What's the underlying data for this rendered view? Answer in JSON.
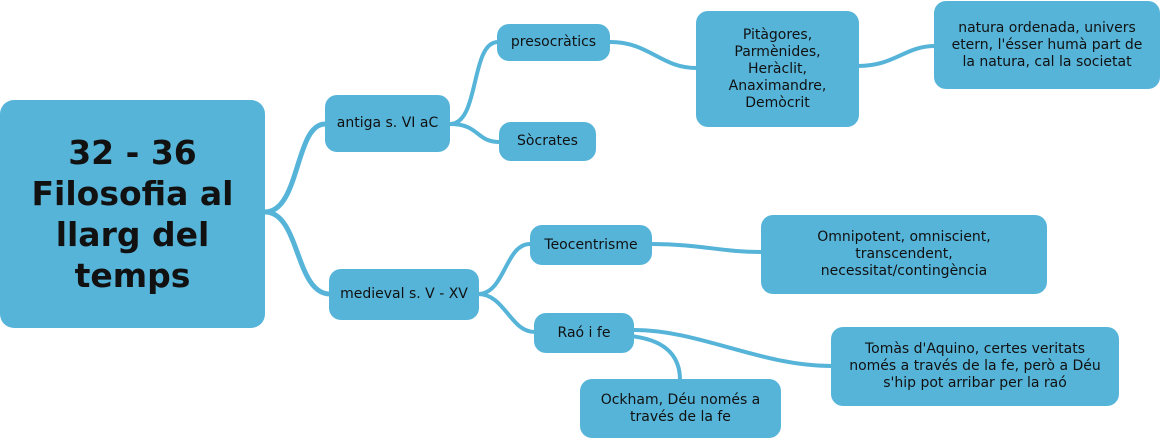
{
  "map": {
    "root": "32 - 36\nFilosofia al\nllarg del\ntemps",
    "antiga": "antiga s. VI aC",
    "presocratics": "presocràtics",
    "presocratics_names": "Pitàgores,\nParmènides,\nHeràclit,\nAnaximandre,\nDemòcrit",
    "presocratics_ideas": "natura ordenada, univers\netern, l'ésser humà part de\nla natura, cal la societat",
    "socrates": "Sòcrates",
    "medieval": "medieval s. V - XV",
    "teocentrisme": "Teocentrisme",
    "teocentrisme_desc": "Omnipotent, omniscient,\ntranscendent,\nnecessitat/contingència",
    "rao_fe": "Raó i fe",
    "tomas": "Tomàs d'Aquino, certes veritats\nnomés a través de la fe, però a Déu\ns'hip pot arribar per la raó",
    "ockham": "Ockham, Déu només a\ntravés de la fe"
  },
  "colors": {
    "node": "#56b4d9",
    "link": "#56b4d9",
    "text": "#111111"
  }
}
